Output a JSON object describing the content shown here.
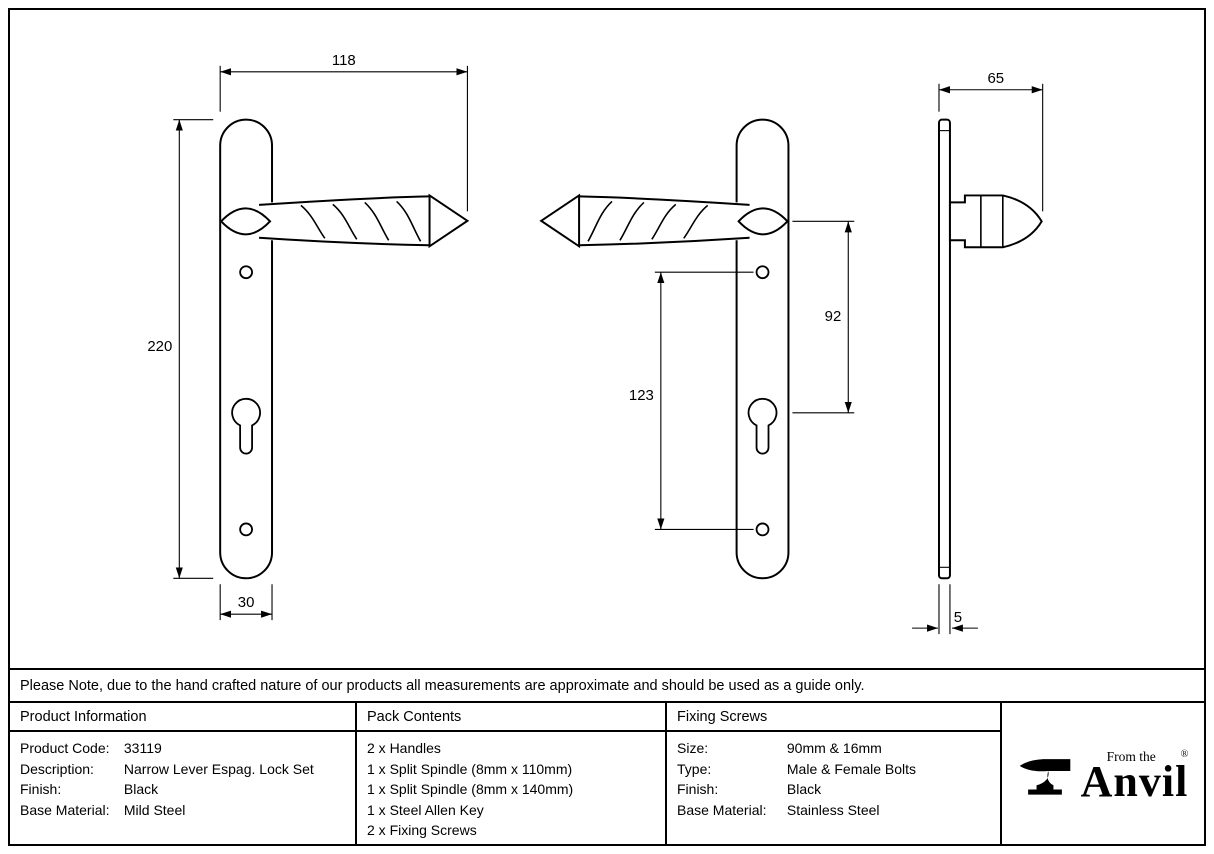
{
  "note": "Please Note, due to the hand crafted nature of our products all measurements are approximate and should be used as a guide only.",
  "drawing": {
    "front_width": "118",
    "plate_height": "220",
    "plate_width": "30",
    "screw_centres": "123",
    "lever_to_cylinder": "92",
    "projection": "65",
    "plate_thickness": "5"
  },
  "product_information": {
    "title": "Product Information",
    "rows": [
      {
        "label": "Product Code:",
        "value": "33119"
      },
      {
        "label": "Description:",
        "value": "Narrow Lever Espag. Lock Set"
      },
      {
        "label": "Finish:",
        "value": "Black"
      },
      {
        "label": "Base Material:",
        "value": "Mild Steel"
      }
    ]
  },
  "pack_contents": {
    "title": "Pack Contents",
    "items": [
      "2 x Handles",
      "1 x Split Spindle (8mm x 110mm)",
      "1 x Split Spindle (8mm x 140mm)",
      "1 x Steel Allen Key",
      "2 x Fixing Screws"
    ]
  },
  "fixing_screws": {
    "title": "Fixing Screws",
    "rows": [
      {
        "label": "Size:",
        "value": "90mm & 16mm"
      },
      {
        "label": "Type:",
        "value": "Male & Female Bolts"
      },
      {
        "label": "Finish:",
        "value": "Black"
      },
      {
        "label": "Base Material:",
        "value": "Stainless Steel"
      }
    ]
  },
  "logo": {
    "tagline": "From the",
    "name": "Anvil",
    "registered": "®"
  }
}
